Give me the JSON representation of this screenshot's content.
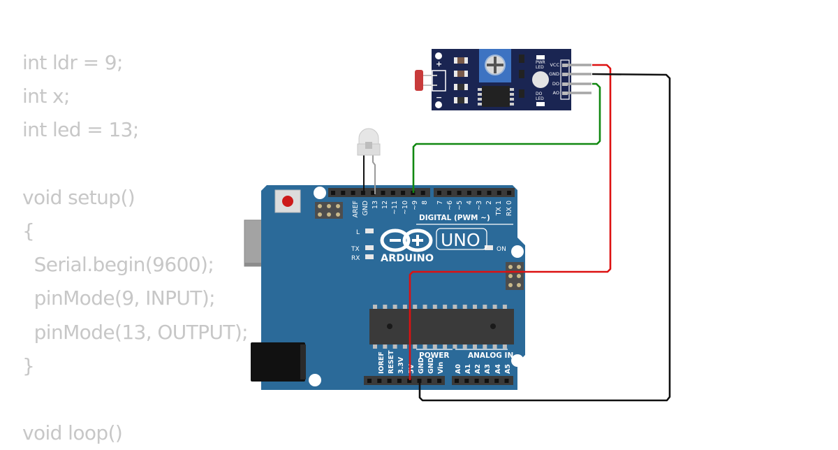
{
  "code": {
    "lines": [
      "int ldr = 9;",
      "int x;",
      "int led = 13;",
      "",
      "void setup()",
      "{",
      "  Serial.begin(9600);",
      "  pinMode(9, INPUT);",
      "  pinMode(13, OUTPUT);",
      "}",
      "",
      "void loop()"
    ]
  },
  "board": {
    "name": "UNO",
    "brand": "ARDUINO",
    "digital_label": "DIGITAL (PWM ~)",
    "power_label": "POWER",
    "analog_label": "ANALOG IN",
    "on_label": "ON",
    "l_label": "L",
    "tx_label": "TX",
    "rx_label": "RX",
    "top_pins": [
      "AREF",
      "GND",
      "13",
      "12",
      "~11",
      "~10",
      "~9",
      "8",
      "7",
      "~6",
      "~5",
      "4",
      "~3",
      "2",
      "TX 1",
      "RX 0"
    ],
    "power_pins": [
      "IOREF",
      "RESET",
      "3.3V",
      "5V",
      "GND",
      "GND",
      "Vin"
    ],
    "analog_pins": [
      "A0",
      "A1",
      "A2",
      "A3",
      "A4",
      "A5"
    ]
  },
  "sensor": {
    "pins": [
      "VCC",
      "GND",
      "DO",
      "AO"
    ],
    "pwr_led": [
      "PWR",
      "LED"
    ],
    "do_led": [
      "DO",
      "LED"
    ],
    "plus": "+",
    "minus": "−"
  },
  "colors": {
    "board": "#2b6a99",
    "sensor": "#1a2552",
    "wire_red": "#dd1111",
    "wire_green": "#118811",
    "wire_black": "#111111",
    "code_text": "#c7c7c7"
  }
}
